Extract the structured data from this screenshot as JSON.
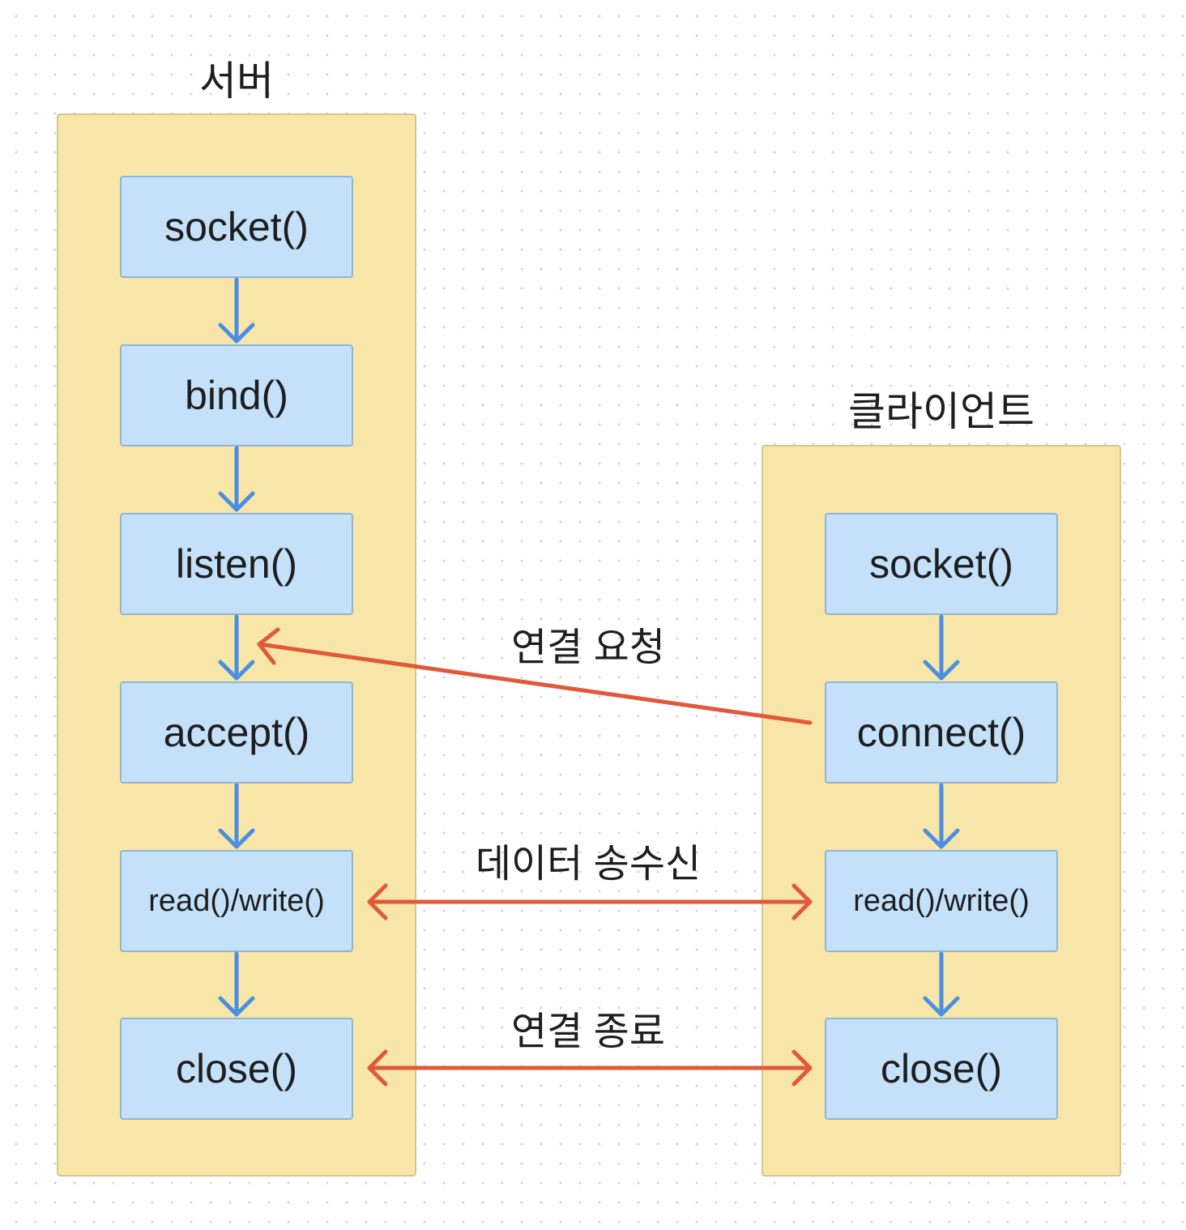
{
  "server": {
    "title": "서버",
    "nodes": {
      "socket": "socket()",
      "bind": "bind()",
      "listen": "listen()",
      "accept": "accept()",
      "readwrite": "read()/write()",
      "close": "close()"
    }
  },
  "client": {
    "title": "클라이언트",
    "nodes": {
      "socket": "socket()",
      "connect": "connect()",
      "readwrite": "read()/write()",
      "close": "close()"
    }
  },
  "edges": {
    "connect_request": "연결 요청",
    "data_transfer": "데이터 송수신",
    "connection_close": "연결 종료"
  },
  "colors": {
    "container_fill": "#f8e5a8",
    "node_fill": "#c4e1f9",
    "flow_arrow": "#4a90e2",
    "interaction_arrow": "#e05a3a"
  }
}
